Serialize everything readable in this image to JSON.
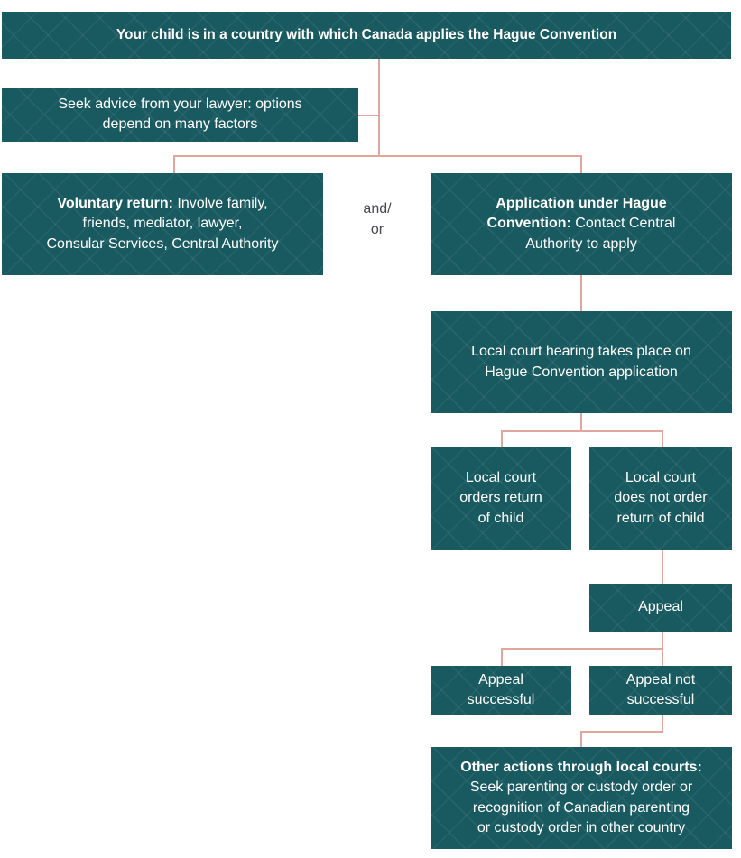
{
  "colors": {
    "box_bg": "#195a60",
    "box_pattern_line": "rgba(255,255,255,0.06)",
    "connector": "#e2a69e",
    "box_text": "#ffffff",
    "and_or_text": "#4a4750",
    "page_bg": "#ffffff"
  },
  "flowchart": {
    "root": {
      "text": "Your child is in a country with which Canada applies the Hague Convention"
    },
    "seek_advice": {
      "lines": [
        "Seek advice from your lawyer: options",
        "depend on many factors"
      ]
    },
    "voluntary_return": {
      "lead": "Voluntary return:",
      "lines": [
        " Involve family,",
        "friends, mediator, lawyer,",
        "Consular Services, Central Authority"
      ]
    },
    "and_or": {
      "lines": [
        "and/",
        "or"
      ]
    },
    "application": {
      "lead_lines": [
        "Application under Hague",
        "Convention:"
      ],
      "lines": [
        " Contact Central",
        "Authority to apply"
      ]
    },
    "hearing": {
      "lines": [
        "Local court hearing takes place on",
        "Hague Convention application"
      ]
    },
    "orders_return": {
      "lines": [
        "Local court",
        "orders return",
        "of child"
      ]
    },
    "no_order": {
      "lines": [
        "Local court",
        "does not order",
        "return of child"
      ]
    },
    "appeal": {
      "text": "Appeal"
    },
    "appeal_successful": {
      "lines": [
        "Appeal",
        "successful"
      ]
    },
    "appeal_not_successful": {
      "lines": [
        "Appeal not",
        "successful"
      ]
    },
    "other_actions": {
      "lead": "Other actions through local courts:",
      "lines": [
        "",
        "Seek parenting or custody order or",
        "recognition of Canadian parenting",
        "or custody order in other country"
      ]
    }
  }
}
